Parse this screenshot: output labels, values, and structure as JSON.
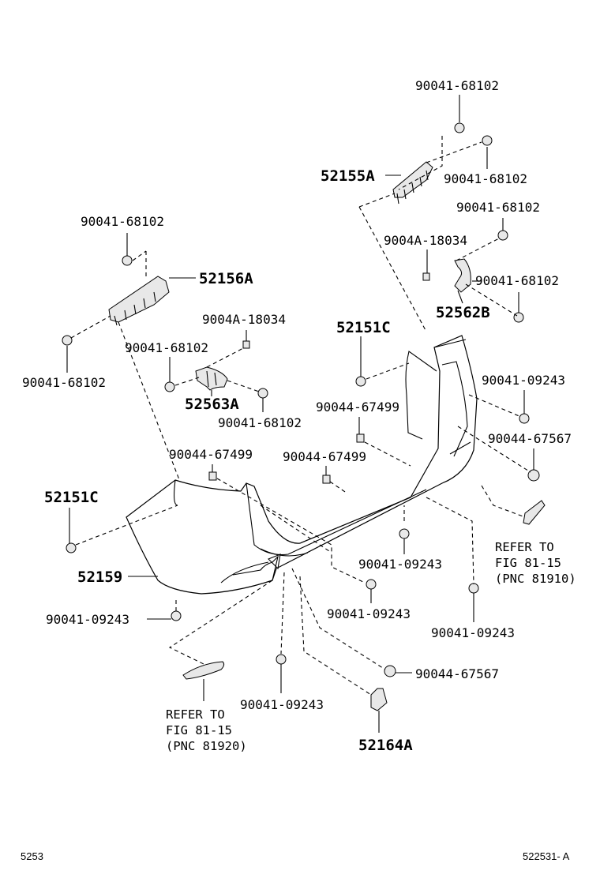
{
  "labels": {
    "p_90041_68102_a": "90041-68102",
    "p_90041_68102_b": "90041-68102",
    "p_52155A": "52155A",
    "p_90041_68102_c": "90041-68102",
    "p_9004A_18034_a": "9004A-18034",
    "p_90041_68102_d": "90041-68102",
    "p_52562B": "52562B",
    "p_90041_68102_e": "90041-68102",
    "p_52156A": "52156A",
    "p_90041_68102_f": "90041-68102",
    "p_9004A_18034_b": "9004A-18034",
    "p_90041_68102_g": "90041-68102",
    "p_52563A": "52563A",
    "p_90041_68102_h": "90041-68102",
    "p_52151C_a": "52151C",
    "p_90041_09243_a": "90041-09243",
    "p_90044_67499_a": "90044-67499",
    "p_90044_67567_a": "90044-67567",
    "p_90044_67499_b": "90044-67499",
    "p_90044_67499_c": "90044-67499",
    "p_52151C_b": "52151C",
    "p_52159": "52159",
    "p_90041_09243_b": "90041-09243",
    "p_90041_09243_c": "90041-09243",
    "p_90041_09243_d": "90041-09243",
    "p_90041_09243_e": "90041-09243",
    "p_90044_67567_b": "90044-67567",
    "p_90041_09243_f": "90041-09243",
    "p_52164A": "52164A"
  },
  "refs": {
    "right": {
      "line1": "REFER TO",
      "line2": "FIG 81-15",
      "line3": "(PNC 81910)"
    },
    "left": {
      "line1": "REFER TO",
      "line2": "FIG 81-15",
      "line3": "(PNC 81920)"
    }
  },
  "footer": {
    "page_code": "5253",
    "figure_code": "522531- A"
  }
}
